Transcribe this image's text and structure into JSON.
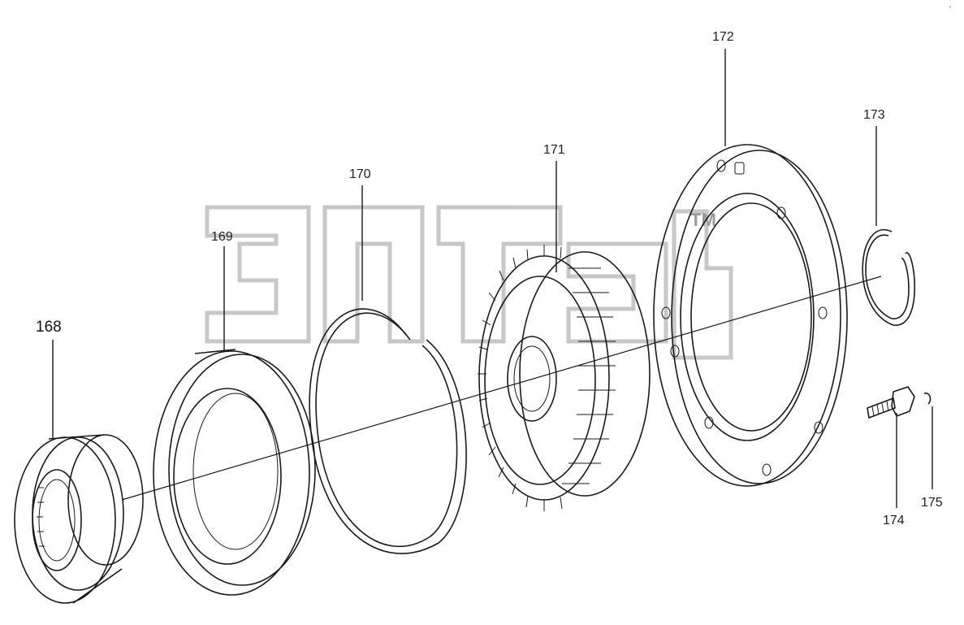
{
  "diagram": {
    "corner_mark": "°",
    "watermark_mark": "TM",
    "parts": [
      {
        "id": "168",
        "label": "168"
      },
      {
        "id": "169",
        "label": "169"
      },
      {
        "id": "170",
        "label": "170"
      },
      {
        "id": "171",
        "label": "171"
      },
      {
        "id": "172",
        "label": "172"
      },
      {
        "id": "173",
        "label": "173"
      },
      {
        "id": "174",
        "label": "174"
      },
      {
        "id": "175",
        "label": "175"
      }
    ]
  }
}
